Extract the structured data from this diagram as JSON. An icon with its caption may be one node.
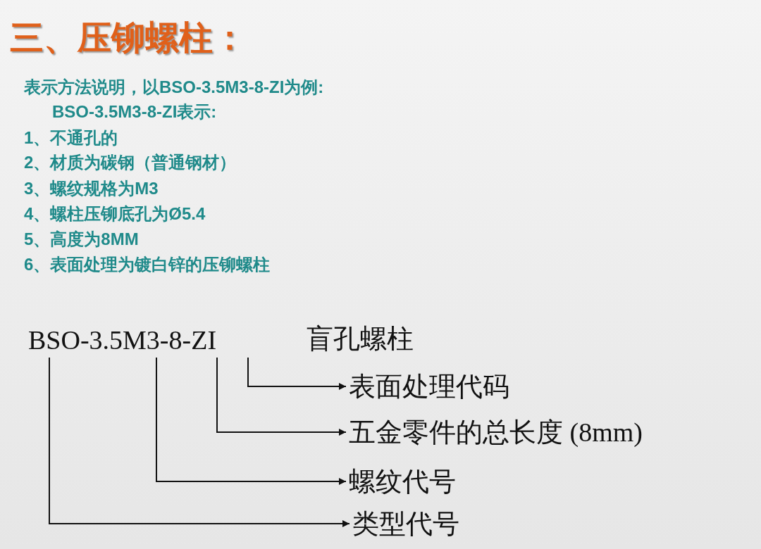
{
  "diagram": {
    "title": "三、压铆螺柱：",
    "nodes": [
      {
        "text": [
          "BSO-3.5M3-8-ZI"
        ]
      },
      {
        "text": [
          "表面处理代码"
        ]
      },
      {
        "text": [
          "五金零件的总长度 (8mm)"
        ]
      },
      {
        "text": [
          "螺纹代号"
        ]
      },
      {
        "text": [
          "类型代号"
        ]
      }
    ],
    "edges": [
      {
        "from": 0,
        "to": 1,
        "arrow": "to"
      },
      {
        "from": 0,
        "to": 2,
        "arrow": "to"
      },
      {
        "from": 0,
        "to": 3,
        "arrow": "to"
      },
      {
        "from": 0,
        "to": 4,
        "arrow": "to"
      }
    ],
    "labels": [
      "表示方法说明，以BSO-3.5M3-8-ZI为例:",
      "BSO-3.5M3-8-ZI表示:",
      "1、不通孔的",
      "2、材质为碳钢（普通钢材）",
      "3、螺纹规格为M3",
      "4、螺柱压铆底孔为Ø5.4",
      "5、高度为8MM",
      "6、表面处理为镀白锌的压铆螺柱",
      "盲孔螺柱"
    ]
  }
}
